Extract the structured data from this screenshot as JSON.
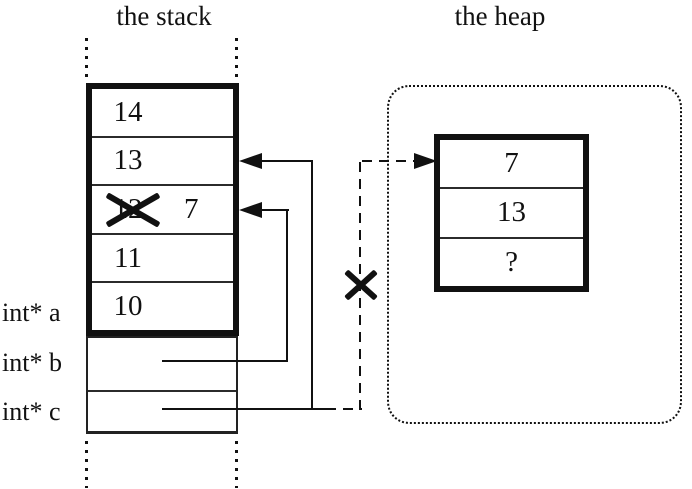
{
  "titles": {
    "stack": "the stack",
    "heap": "the heap"
  },
  "stack_frame": {
    "cells": [
      {
        "value": "14",
        "crossed_out": false
      },
      {
        "value": "13",
        "crossed_out": false
      },
      {
        "value": "12",
        "crossed_out": true,
        "replacement": "7"
      },
      {
        "value": "11",
        "crossed_out": false
      },
      {
        "value": "10",
        "crossed_out": false
      }
    ]
  },
  "pointer_vars": {
    "a": "int* a",
    "b": "int* b",
    "c": "int* c"
  },
  "heap_object": {
    "cells": [
      "7",
      "13",
      "?"
    ]
  },
  "colors": {
    "ink": "#111111",
    "paper": "#ffffff"
  }
}
